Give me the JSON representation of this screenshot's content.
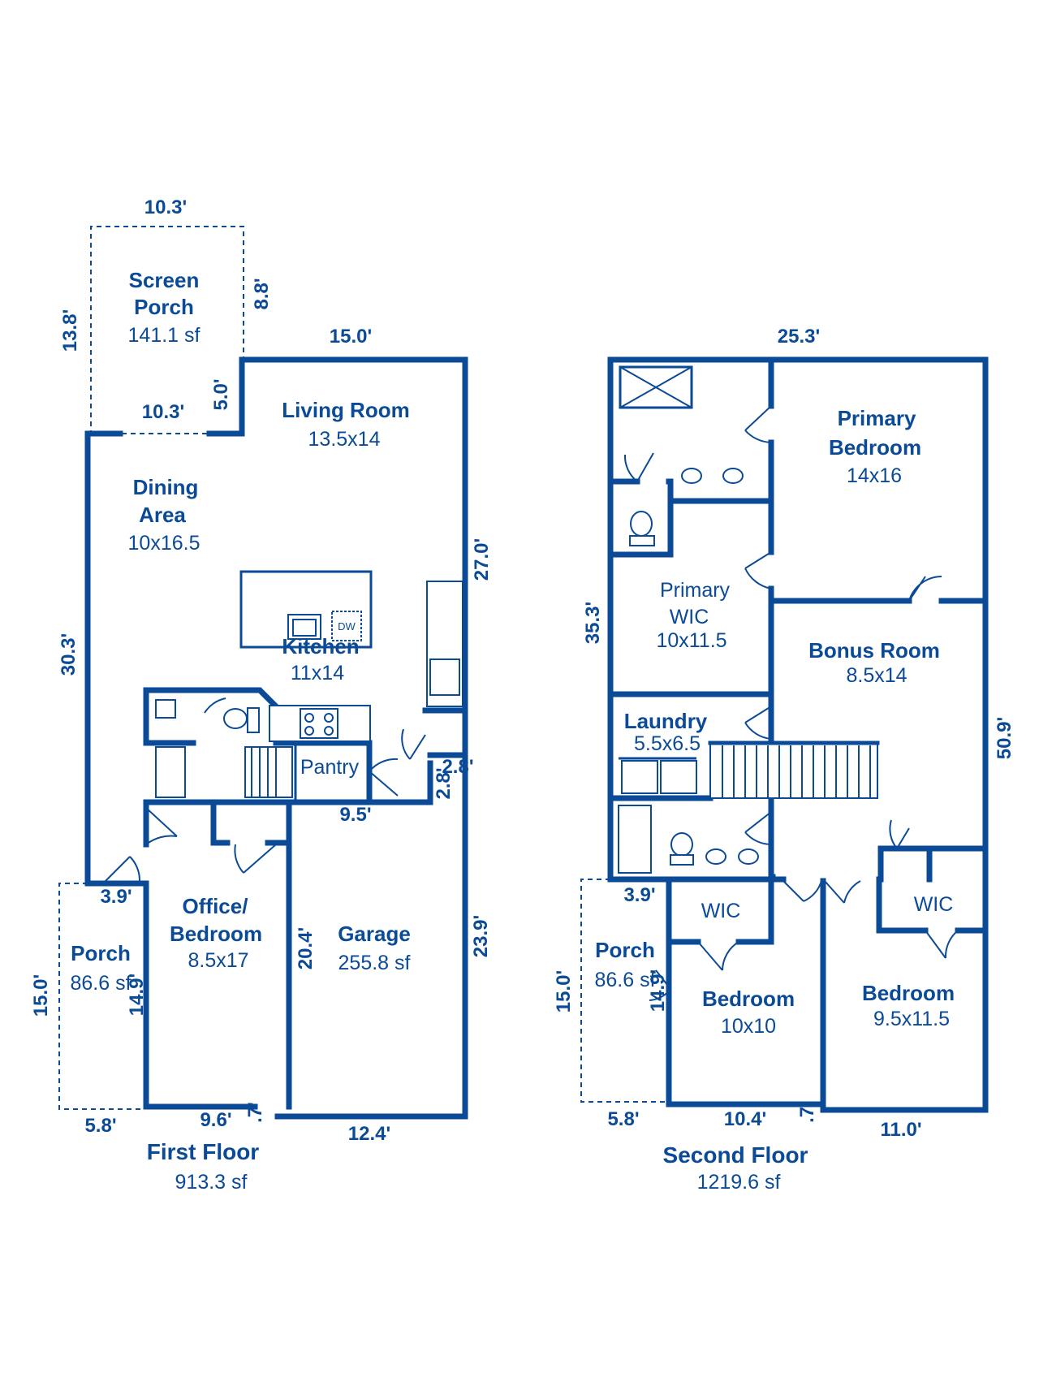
{
  "first_floor": {
    "title": "First Floor",
    "area": "913.3 sf",
    "rooms": {
      "screen_porch": {
        "name_1": "Screen",
        "name_2": "Porch",
        "size": "141.1 sf"
      },
      "living_room": {
        "name": "Living Room",
        "size": "13.5x14"
      },
      "dining_area": {
        "name_1": "Dining",
        "name_2": "Area",
        "size": "10x16.5"
      },
      "kitchen": {
        "name": "Kitchen",
        "size": "11x14"
      },
      "pantry": {
        "name": "Pantry"
      },
      "office": {
        "name_1": "Office/",
        "name_2": "Bedroom",
        "size": "8.5x17"
      },
      "garage": {
        "name": "Garage",
        "size": "255.8 sf"
      },
      "porch": {
        "name": "Porch",
        "size": "86.6 sf"
      }
    },
    "fixtures": {
      "dishwasher": "DW"
    },
    "dims": {
      "screen_porch_top": "10.3'",
      "screen_porch_right": "8.8'",
      "screen_porch_left": "13.8'",
      "screen_porch_bottom": "10.3'",
      "step_5": "5.0'",
      "living_top": "15.0'",
      "right_upper": "27.0'",
      "left_main": "30.3'",
      "pantry_2_8a": "2.8'",
      "pantry_2_8b": "2.8'",
      "pantry_9_5": "9.5'",
      "porch_3_9": "3.9'",
      "porch_15": "15.0'",
      "porch_14_9": "14.9'",
      "porch_5_8": "5.8'",
      "office_9_6": "9.6'",
      "small_7": ".7'",
      "garage_20_4": "20.4'",
      "garage_23_9": "23.9'",
      "garage_12_4": "12.4'"
    }
  },
  "second_floor": {
    "title": "Second Floor",
    "area": "1219.6 sf",
    "rooms": {
      "primary_bedroom": {
        "name_1": "Primary",
        "name_2": "Bedroom",
        "size": "14x16"
      },
      "primary_wic": {
        "name_1": "Primary",
        "name_2": "WIC",
        "size": "10x11.5"
      },
      "bonus_room": {
        "name": "Bonus Room",
        "size": "8.5x14"
      },
      "laundry": {
        "name": "Laundry",
        "size": "5.5x6.5"
      },
      "wic_left": {
        "name": "WIC"
      },
      "wic_right": {
        "name": "WIC"
      },
      "bedroom_left": {
        "name": "Bedroom",
        "size": "10x10"
      },
      "bedroom_right": {
        "name": "Bedroom",
        "size": "9.5x11.5"
      },
      "porch": {
        "name": "Porch",
        "size": "86.6 sf"
      }
    },
    "dims": {
      "top": "25.3'",
      "left": "35.3'",
      "right": "50.9'",
      "porch_3_9": "3.9'",
      "porch_15": "15.0'",
      "porch_14_9": "14.9'",
      "porch_5_8": "5.8'",
      "bottom_10_4": "10.4'",
      "small_7": ".7'",
      "bottom_11": "11.0'"
    }
  }
}
